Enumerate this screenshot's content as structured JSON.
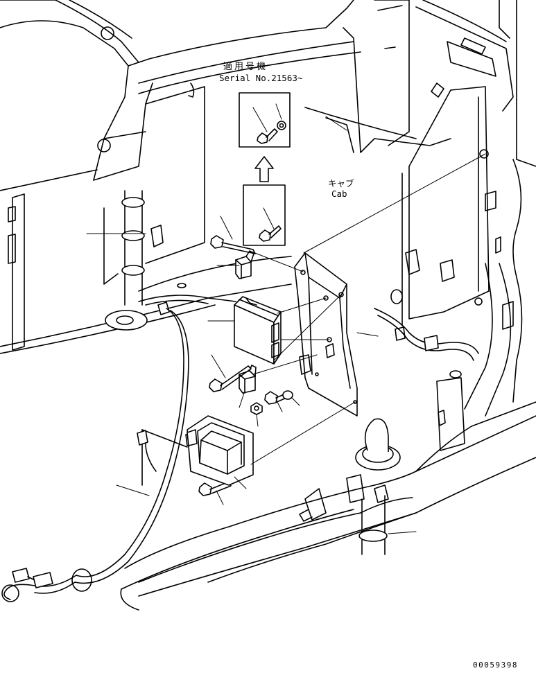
{
  "applicability": {
    "heading": "適用号機",
    "serial": "Serial No.21563~"
  },
  "cab_label": {
    "jp": "キャブ",
    "en": "Cab"
  },
  "drawing_number": "00059398"
}
